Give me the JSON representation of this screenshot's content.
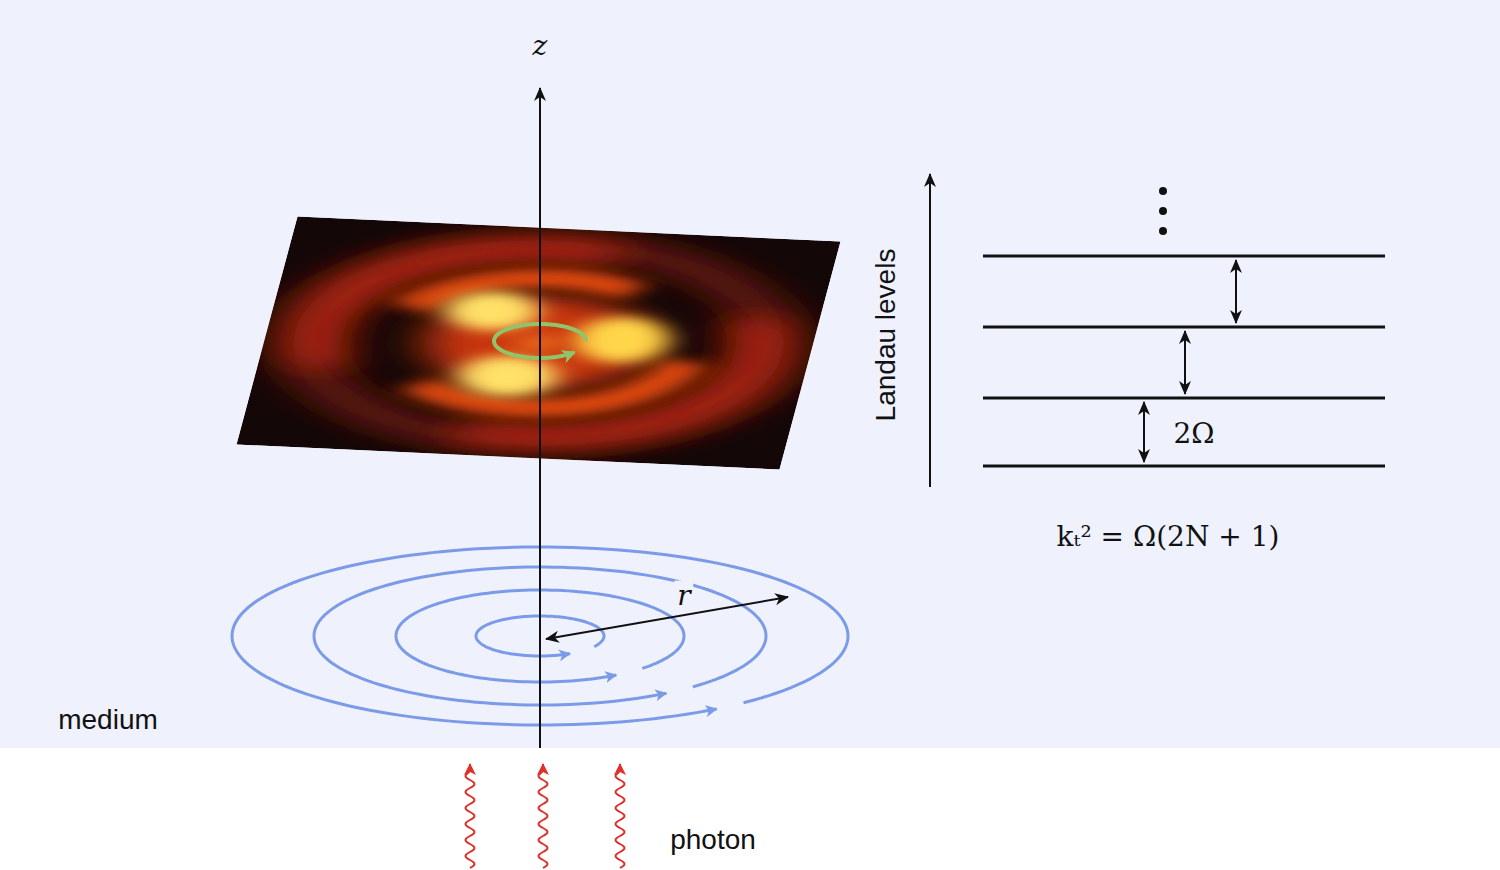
{
  "diagram": {
    "labels": [
      "z",
      "r",
      "Landau levels",
      "2Ω",
      "kₜ² = Ω(2N + 1)",
      "medium",
      "photon"
    ]
  }
}
